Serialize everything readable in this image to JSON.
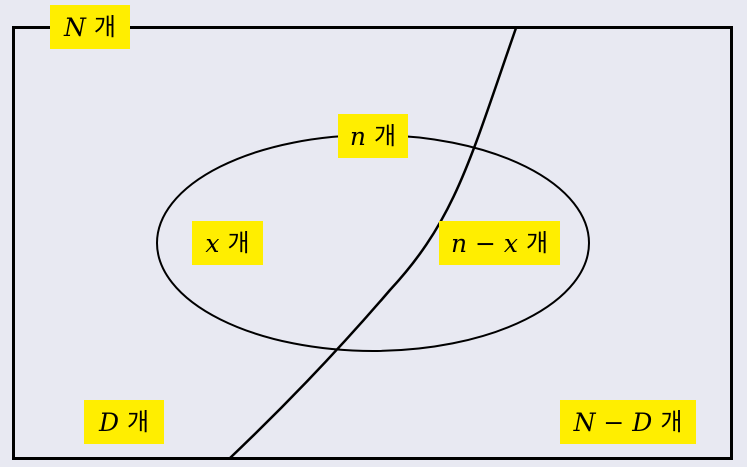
{
  "labels": {
    "population": {
      "symbol": "N",
      "unit": "개"
    },
    "sample": {
      "symbol": "n",
      "unit": "개"
    },
    "sample_in_D": {
      "symbol": "x",
      "unit": "개"
    },
    "sample_not_in_D": {
      "symbol": "n − x",
      "unit": "개"
    },
    "group_D": {
      "symbol": "D",
      "unit": "개"
    },
    "group_not_D": {
      "symbol": "N − D",
      "unit": "개"
    }
  },
  "colors": {
    "background": "#e8e9f2",
    "label_highlight": "#ffee00",
    "stroke": "#000000"
  }
}
